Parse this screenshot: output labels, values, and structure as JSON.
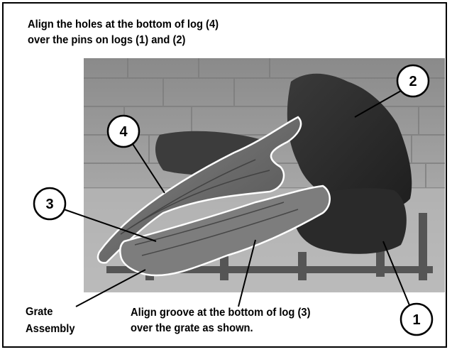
{
  "instructions": {
    "line1": "Align the holes at the bottom of log (4)",
    "line2": "over the pins on logs (1) and (2)"
  },
  "callouts": {
    "log1": "1",
    "log2": "2",
    "log3": "3",
    "log4": "4"
  },
  "grate_label": {
    "line1": "Grate",
    "line2": "Assembly"
  },
  "bottom_note": {
    "line1": "Align groove at the bottom of log (3)",
    "line2": "over the grate as shown."
  }
}
